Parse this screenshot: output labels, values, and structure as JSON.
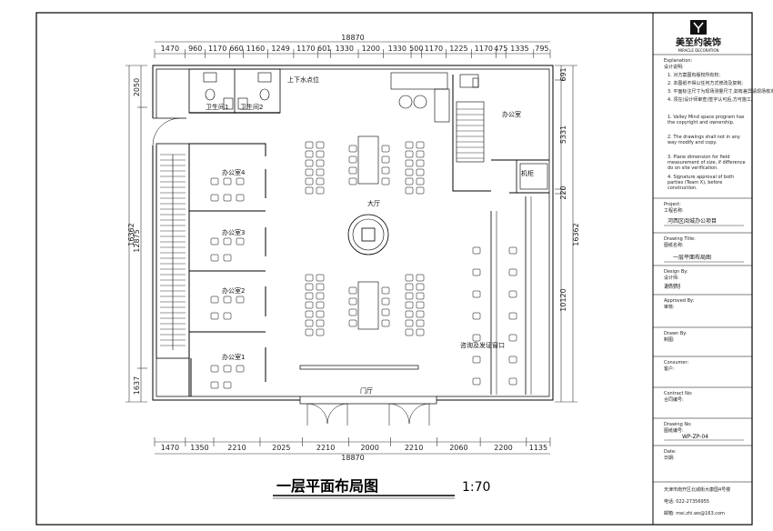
{
  "drawing": {
    "title": "一层平面布局图",
    "scale": "1:70"
  },
  "dimensions": {
    "top_total": "18870",
    "top_segments": [
      "1470",
      "960",
      "1170",
      "660",
      "1160",
      "1249",
      "1170",
      "601",
      "1330",
      "1200",
      "1330",
      "500",
      "1170",
      "1225",
      "1170",
      "475",
      "1335",
      "795"
    ],
    "bottom_total": "18870",
    "bottom_segments": [
      "1470",
      "1350",
      "2210",
      "2025",
      "2210",
      "2000",
      "2210",
      "2060",
      "2200",
      "1135"
    ],
    "left_outer": "16362",
    "left_inner": "12875",
    "left_top": "2050",
    "left_bottom": "1637",
    "right_outer": "16362",
    "right_top": "691",
    "right_mid": "5331",
    "right_mid2": "220",
    "right_bottom": "10120"
  },
  "rooms": {
    "restroom_1": "卫生间1",
    "restroom_2": "卫生间2",
    "plumbing": "上下水点位",
    "hall": "大厅",
    "office_right": "办公室",
    "machine_room": "机柜",
    "office_4": "办公室4",
    "office_3": "办公室3",
    "office_2": "办公室2",
    "office_1": "办公室1",
    "consult": "咨询及发证窗口",
    "door": "门厅"
  },
  "title_block": {
    "company": "美至约装饰",
    "company_en": "MIRACLE DECORATION",
    "explanation_label": "Explanation:",
    "explanation_cn": "设计说明:",
    "notes_cn": [
      "1. 对方案图有版权所有权;",
      "2. 本图纸不得以任何方式修改及复制;",
      "3. 平面标注尺寸为现场测量尺寸,如有差异请现场核准;",
      "4. 须在(设计师审查)签字认可后,方可施工。"
    ],
    "notes_en": [
      "1. Valley Mind space program has the copyright and ownership.",
      "2. The drawings shall not in any way modify and copy.",
      "3. Plane dimension for field measurement of size, if difference do on site verification.",
      "4. Signature approval of both parties (Team X), before construction."
    ],
    "project_label": "Project:",
    "project_cn": "工程名称:",
    "project_value": "河西区阅城办公项目",
    "drawing_title_label": "Drawing Title:",
    "drawing_title_cn": "图纸名称:",
    "drawing_title_value": "一层平面布局图",
    "design_label": "Design By:",
    "design_cn": "设计师:",
    "design_value": "谢制制",
    "approved_label": "Approved By:",
    "approved_cn": "审核:",
    "drawn_label": "Drawn By:",
    "drawn_cn": "制图:",
    "consumer_label": "Consumer:",
    "consumer_cn": "客户:",
    "contract_label": "Contract No:",
    "contract_cn": "合同编号:",
    "drawing_no_label": "Drawing No:",
    "drawing_no_cn": "图纸编号:",
    "drawing_no_value": "WP-ZP-04",
    "date_label": "Date:",
    "date_cn": "日期:",
    "address": "天津市南开区北城街大康国4号楼",
    "phone": "电话: 022-27356955",
    "email": "邮箱: mei.zhi.wo@163.com"
  }
}
